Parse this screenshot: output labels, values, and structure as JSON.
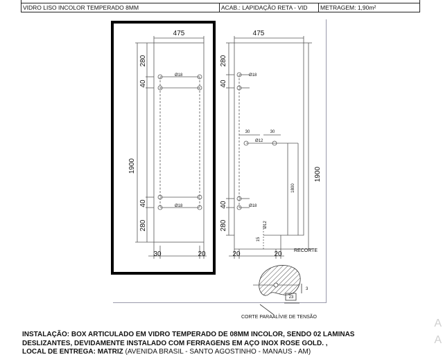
{
  "header": {
    "product": "VIDRO LISO INCOLOR TEMPERADO 8MM",
    "finish": "ACAB.: LAPIDAÇÃO RETA - VID",
    "area": "METRAGEM: 1,90m²"
  },
  "drawing_left": {
    "width": "475",
    "total_height": "1900",
    "top_offset": "280",
    "hole_gap_top": "40",
    "hole_gap_bottom": "40",
    "bottom_offset": "280",
    "hole_top": "Ø18",
    "hole_bottom": "Ø18",
    "left_edge": "30",
    "right_edge": "20"
  },
  "drawing_right": {
    "width": "475",
    "total_height": "1900",
    "top_offset": "280",
    "hole_gap_top": "40",
    "hole_gap_bottom": "40",
    "bottom_offset": "280",
    "hole_top": "Ø18",
    "hole_bottom": "Ø18",
    "slot_left": "30",
    "slot_right": "30",
    "slot_hole": "Ø12",
    "slot_length": "1800",
    "cut_hole": "Ø12",
    "cut_small": "15",
    "left_edge": "20",
    "right_edge": "20",
    "recorte_label": "RECORTE"
  },
  "section": {
    "label": "CORTE PARAALÍVIE DE TENSÃO",
    "dim_w": "23",
    "dim_h": "3"
  },
  "note": {
    "line1": "INSTALAÇÃO: BOX ARTICULADO EM VIDRO TEMPERADO DE 08MM INCOLOR, SENDO 02 LAMINAS",
    "line2": "DESLIZANTES, DEVIDAMENTE INSTALADO COM FERRAGENS EM AÇO INOX ROSE GOLD. ,",
    "line3_bold": "LOCAL DE ENTREGA: MATRIZ",
    "line3_rest": " (AVENIDA BRASIL - SANTO AGOSTINHO - MANAUS - AM)"
  },
  "ghost": {
    "line1": "A",
    "line2": "A"
  }
}
